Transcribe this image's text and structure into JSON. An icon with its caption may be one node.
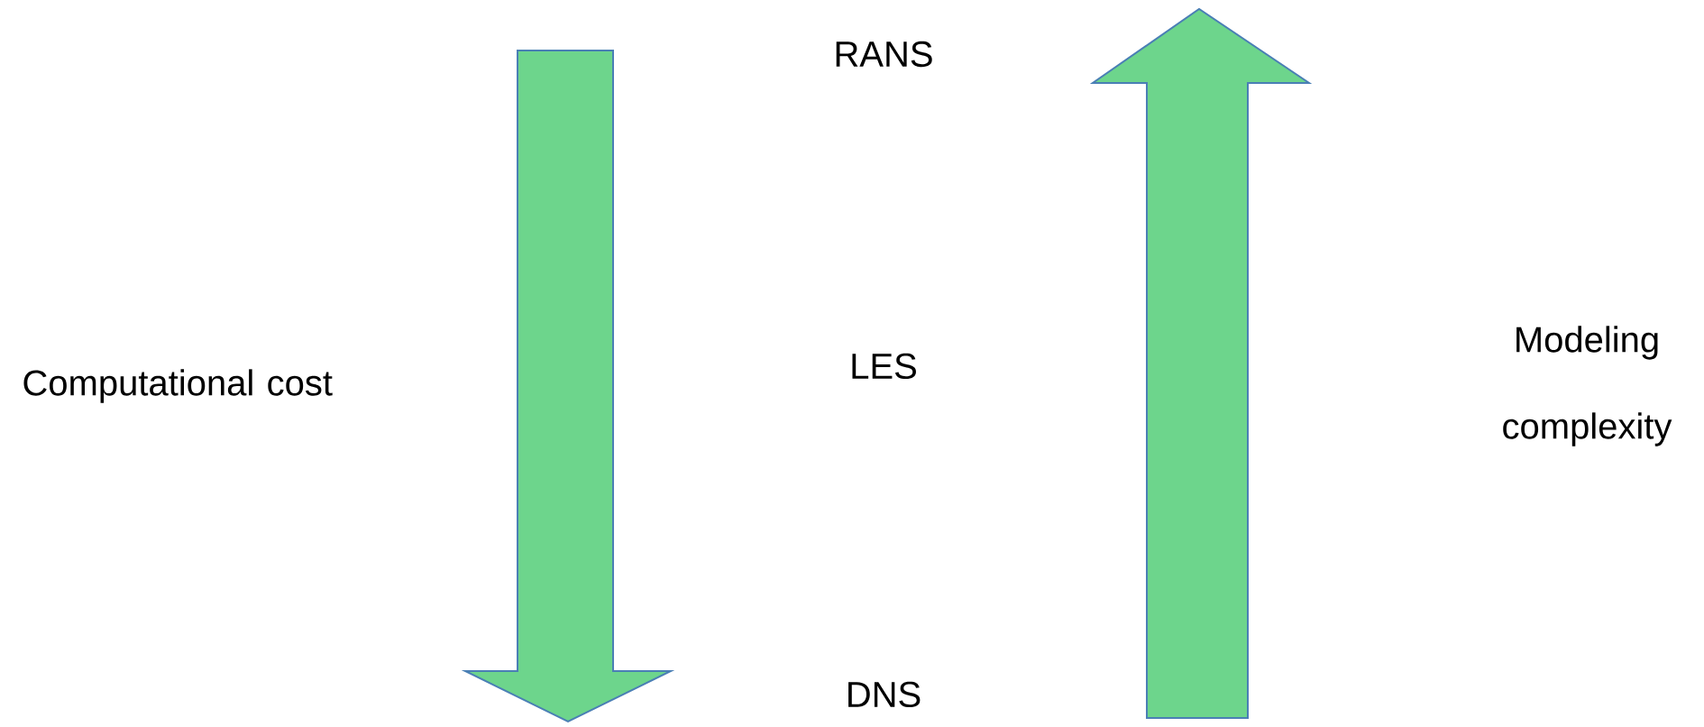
{
  "diagram": {
    "labels": [
      "RANS",
      "LES",
      "DNS",
      "Computational cost",
      "Modeling complexity"
    ]
  }
}
